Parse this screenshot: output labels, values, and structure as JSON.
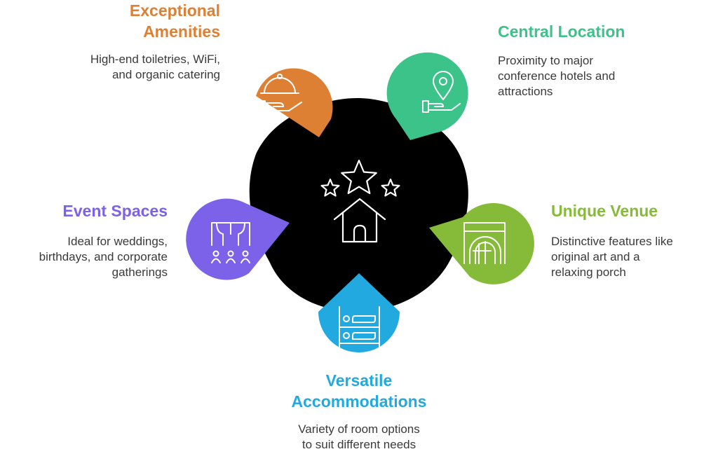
{
  "colors": {
    "hub": "#000000",
    "amenities": "#DD8034",
    "location": "#3CC38A",
    "venue": "#86BB3A",
    "accommodations": "#22A9DF",
    "events": "#7B62E8",
    "icon_stroke": "#ffffff"
  },
  "hub": {
    "icon": "stars-house-icon"
  },
  "items": {
    "amenities": {
      "title_1": "Exceptional",
      "title_2": "Amenities",
      "desc_1": "High-end toiletries, WiFi,",
      "desc_2": "and organic catering",
      "icon": "cloche-serving-icon"
    },
    "location": {
      "title_1": "Central Location",
      "desc_1": "Proximity to major",
      "desc_2": "conference hotels and",
      "desc_3": "attractions",
      "icon": "map-pin-icon"
    },
    "venue": {
      "title_1": "Unique Venue",
      "desc_1": "Distinctive features like",
      "desc_2": "original art and a",
      "desc_3": "relaxing porch",
      "icon": "round-door-icon"
    },
    "accommodations": {
      "title_1": "Versatile",
      "title_2": "Accommodations",
      "desc_1": "Variety of room options",
      "desc_2": "to suit different needs",
      "icon": "bunk-bed-icon"
    },
    "events": {
      "title_1": "Event Spaces",
      "desc_1": "Ideal for weddings,",
      "desc_2": "birthdays, and corporate",
      "desc_3": "gatherings",
      "icon": "stage-audience-icon"
    }
  }
}
